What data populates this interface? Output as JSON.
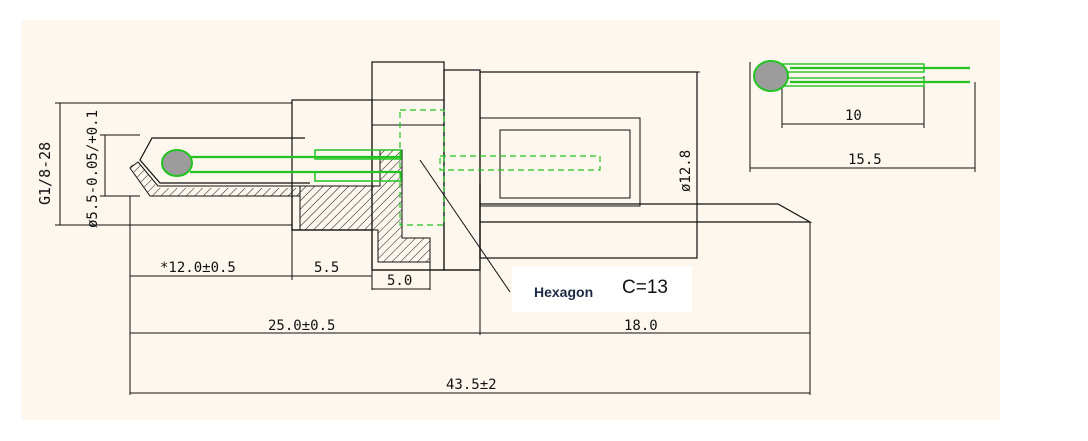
{
  "dimensions": {
    "thread": "G1/8-28",
    "probe_dia": "ø5.5-0.05/+0.1",
    "probe_len": "*12.0±0.5",
    "step": "5.5",
    "hex_width": "5.0",
    "body_len": "25.0±0.5",
    "lead_len": "18.0",
    "total_len": "43.5±2",
    "outer_dia": "ø12.8",
    "chip_lead": "10",
    "chip_total": "15.5"
  },
  "callout": {
    "hexagon": "Hexagon",
    "size": "C=13"
  },
  "colors": {
    "background": "#fdf7ee",
    "wire": "#22c422",
    "line": "#111111"
  }
}
